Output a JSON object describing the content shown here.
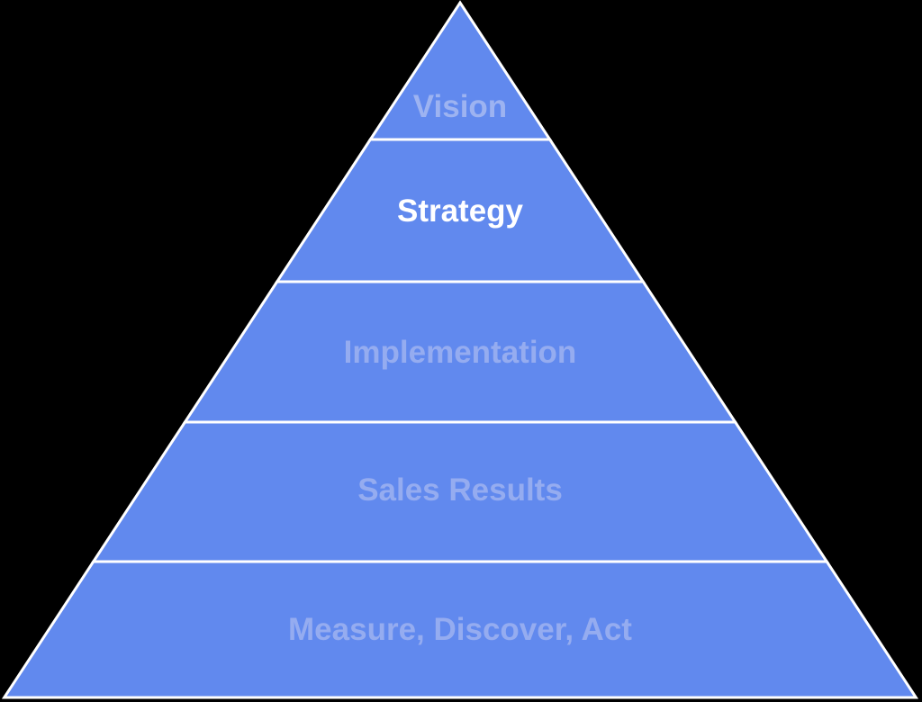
{
  "pyramid": {
    "colors": {
      "background": "#000000",
      "fill": "#6189ee",
      "outline": "#ffffff"
    },
    "levels": [
      {
        "label": "Vision",
        "text_color": "#9db3f1"
      },
      {
        "label": "Strategy",
        "text_color": "#ffffff"
      },
      {
        "label": "Implementation",
        "text_color": "#95acf0"
      },
      {
        "label": "Sales Results",
        "text_color": "#95acf0"
      },
      {
        "label": "Measure, Discover, Act",
        "text_color": "#95acf0"
      }
    ]
  }
}
